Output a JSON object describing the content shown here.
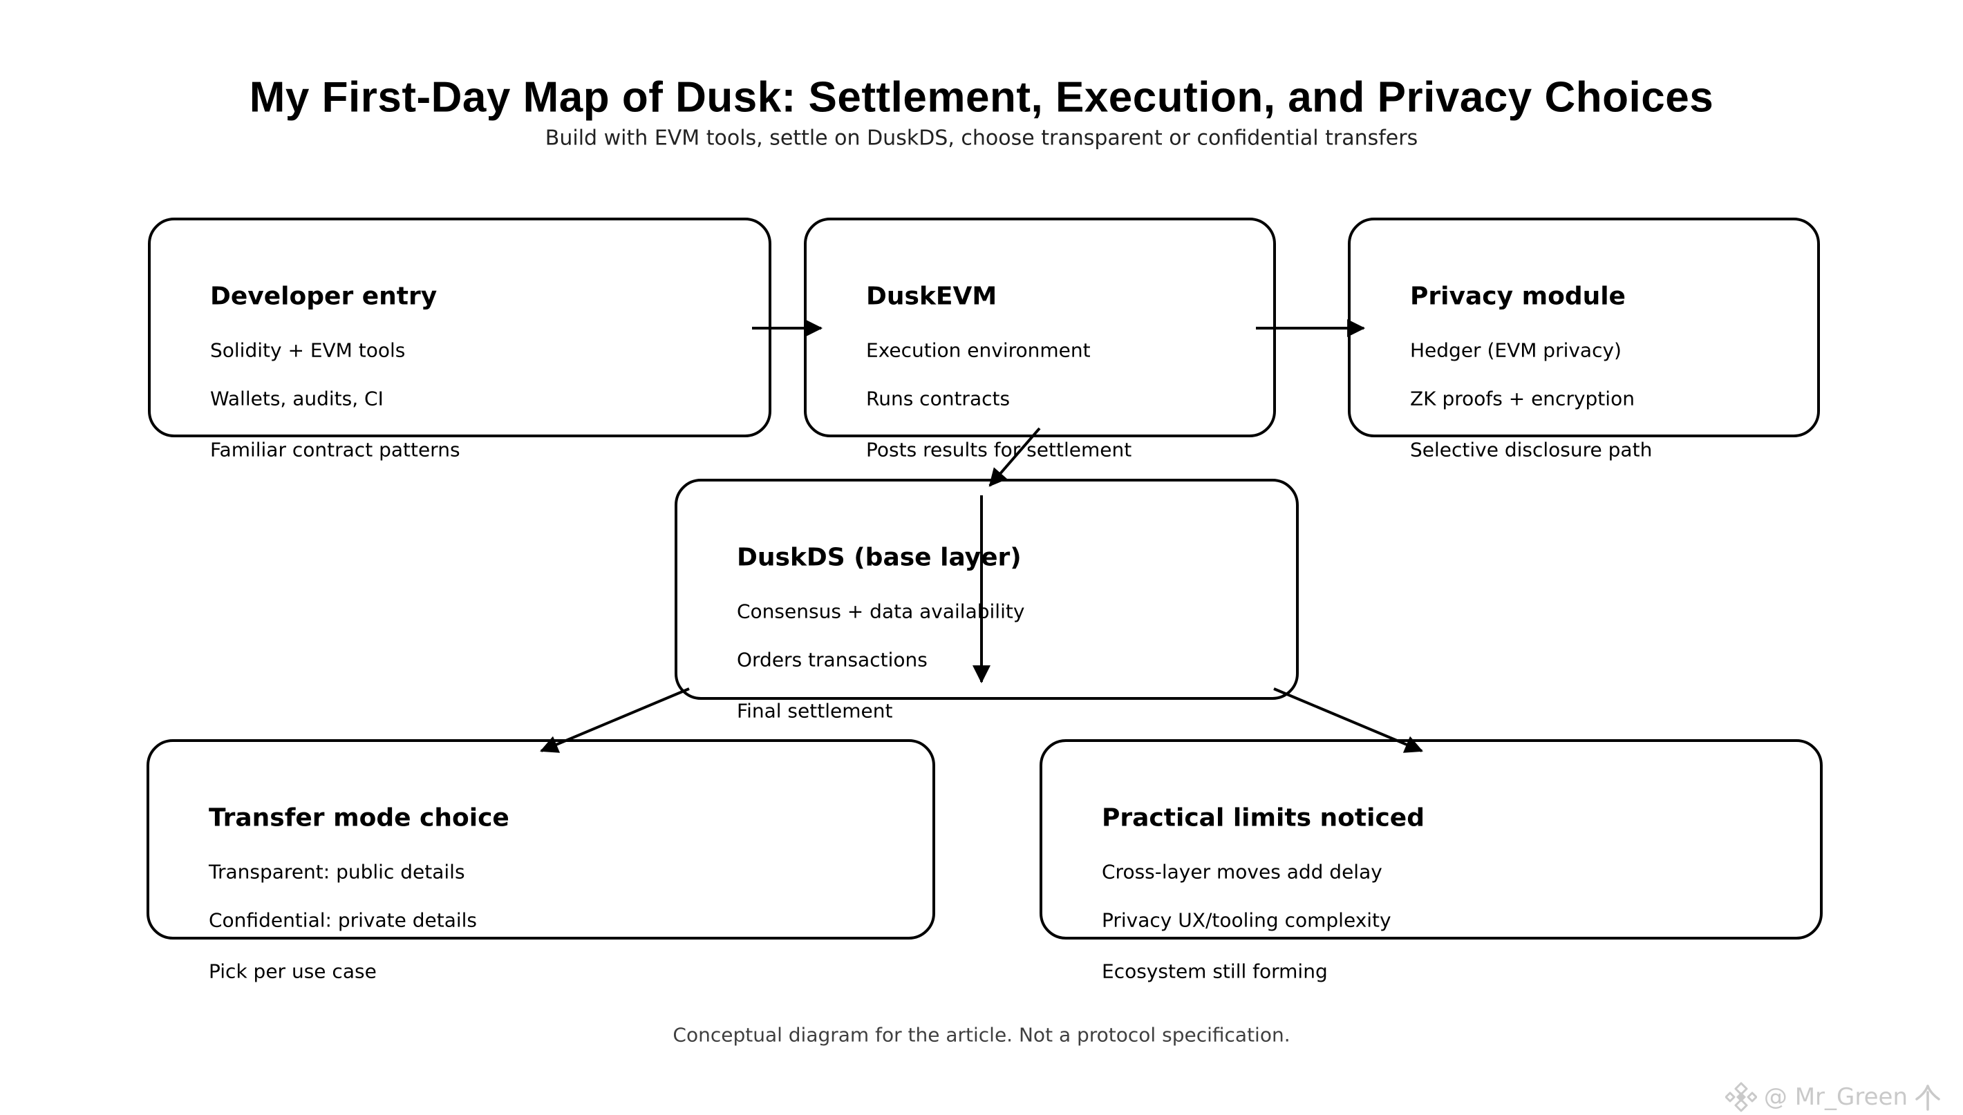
{
  "header": {
    "title": "My First-Day Map of Dusk: Settlement, Execution, and Privacy Choices",
    "subtitle": "Build with EVM tools, settle on DuskDS, choose transparent or confidential transfers"
  },
  "nodes": [
    {
      "id": "developer-entry",
      "title": "Developer entry",
      "lines": [
        "Solidity + EVM tools",
        "Wallets, audits, CI",
        "Familiar contract patterns"
      ]
    },
    {
      "id": "duskevm",
      "title": "DuskEVM",
      "lines": [
        "Execution environment",
        "Runs contracts",
        "Posts results for settlement"
      ]
    },
    {
      "id": "privacy-module",
      "title": "Privacy module",
      "lines": [
        "Hedger (EVM privacy)",
        "ZK proofs + encryption",
        "Selective disclosure path"
      ]
    },
    {
      "id": "duskds-base-layer",
      "title": "DuskDS (base layer)",
      "lines": [
        "Consensus + data availability",
        "Orders transactions",
        "Final settlement"
      ]
    },
    {
      "id": "transfer-mode-choice",
      "title": "Transfer mode choice",
      "lines": [
        "Transparent: public details",
        "Confidential: private details",
        "Pick per use case"
      ]
    },
    {
      "id": "practical-limits-noticed",
      "title": "Practical limits noticed",
      "lines": [
        "Cross-layer moves add delay",
        "Privacy UX/tooling complexity",
        "Ecosystem still forming"
      ]
    }
  ],
  "edges": [
    {
      "from": "developer-entry",
      "to": "duskevm",
      "style": "arrow-right"
    },
    {
      "from": "duskevm",
      "to": "privacy-module",
      "style": "arrow-right"
    },
    {
      "from": "duskevm",
      "to": "duskds-base-layer",
      "style": "arrow-diagonal-down"
    },
    {
      "from": "duskds-base-layer",
      "to": "duskds-base-layer-bottom",
      "style": "arrow-vertical-down"
    },
    {
      "from": "duskds-base-layer",
      "to": "transfer-mode-choice",
      "style": "arrow-diagonal-down-left"
    },
    {
      "from": "duskds-base-layer",
      "to": "practical-limits-noticed",
      "style": "arrow-diagonal-down-right"
    }
  ],
  "footer": {
    "note": "Conceptual diagram for the article. Not a protocol specification."
  },
  "watermark": {
    "icon": "diamond-logo-icon",
    "text": "@ Mr_Green",
    "suffix_glyph": "个"
  },
  "colors": {
    "background": "#ffffff",
    "ink": "#000000",
    "subtitle_text": "#222222",
    "footer_text": "#3f3f3f",
    "watermark_text": "#c9c9c9"
  }
}
